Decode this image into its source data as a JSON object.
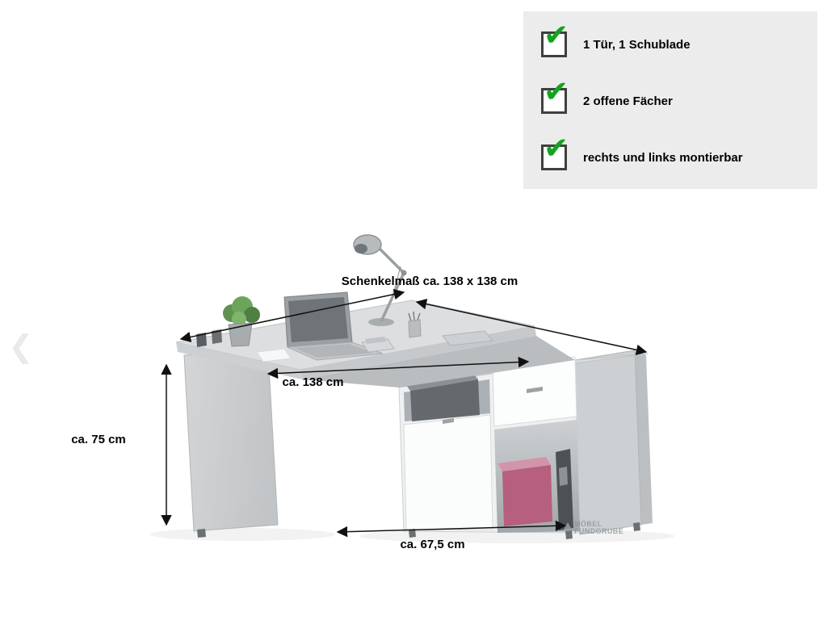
{
  "features": {
    "items": [
      {
        "label": "1 Tür, 1 Schublade"
      },
      {
        "label": "2 offene Fächer"
      },
      {
        "label": "rechts und links montierbar"
      }
    ]
  },
  "dimensions": {
    "legs_label": "Schenkelmaß ca. 138 x 138 cm",
    "width_label": "ca. 138 cm",
    "height_label": "ca. 75 cm",
    "depth_label": "ca. 67,5 cm"
  },
  "icons": {
    "check": "✔",
    "gallery_prev": "❮"
  },
  "watermark": {
    "line1": "MÖBEL",
    "line2": "FUNDGRUBE"
  },
  "colors": {
    "check_green": "#12a41f",
    "features_bg": "#ececec",
    "desk_gray": "#d8dadc",
    "cabinet_white": "#fbfcfc",
    "box_pink": "#b65f7e",
    "arrow_black": "#111111"
  }
}
